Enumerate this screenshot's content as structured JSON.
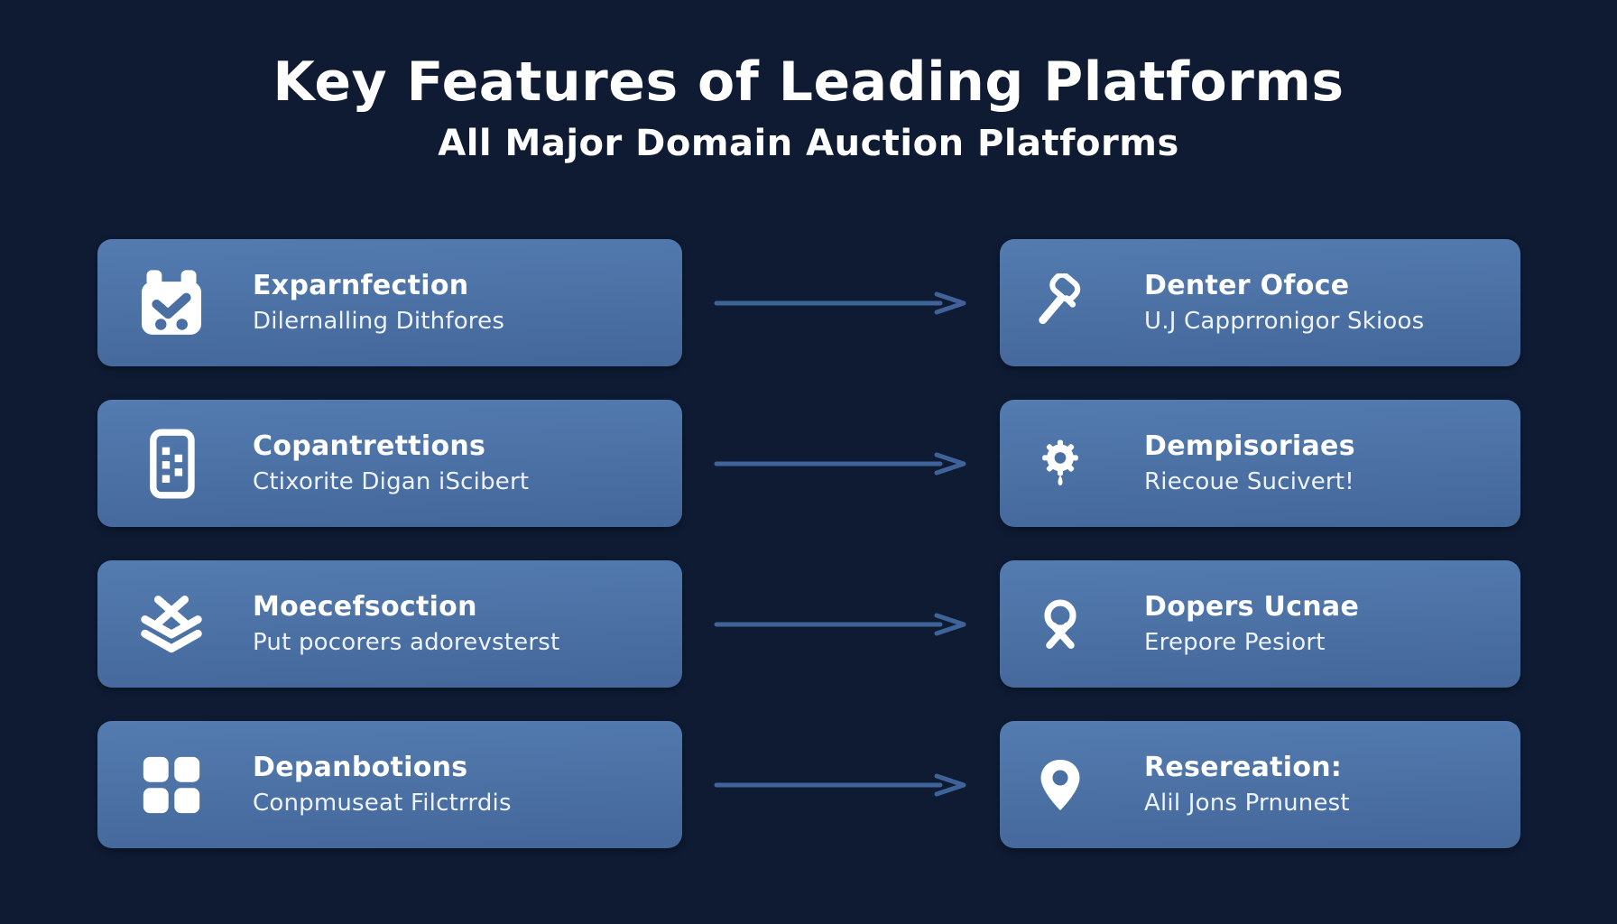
{
  "header": {
    "title": "Key Features of Leading Platforms",
    "subtitle": "All Major Domain Auction Platforms"
  },
  "left_cards": [
    {
      "icon": "calendar-check-icon",
      "title": "Exparnfection",
      "subtitle": "Dilernalling Dithfores"
    },
    {
      "icon": "tablet-list-icon",
      "title": "Copantrettions",
      "subtitle": "Ctixorite Digan iScibert"
    },
    {
      "icon": "layers-chevron-icon",
      "title": "Moecefsoction",
      "subtitle": "Put pocorers adorevsterst"
    },
    {
      "icon": "grid-icon",
      "title": "Depanbotions",
      "subtitle": "Conpmuseat Filctrrdis"
    }
  ],
  "right_cards": [
    {
      "icon": "gavel-icon",
      "title": "Denter Ofoce",
      "subtitle": "U.J Capprronigor Skioos"
    },
    {
      "icon": "gear-drop-icon",
      "title": "Dempisoriaes",
      "subtitle": "Riecoue Sucivert!"
    },
    {
      "icon": "ribbon-icon",
      "title": "Dopers Ucnae",
      "subtitle": "Erepore Pesiort"
    },
    {
      "icon": "location-pin-icon",
      "title": "Resereation:",
      "subtitle": "Alil Jons Prnunest"
    }
  ],
  "colors": {
    "background": "#0e1b33",
    "card": "#4a6fa3",
    "card_gradient_top": "#547cb0",
    "arrow": "#3e6399",
    "text": "#ffffff"
  }
}
